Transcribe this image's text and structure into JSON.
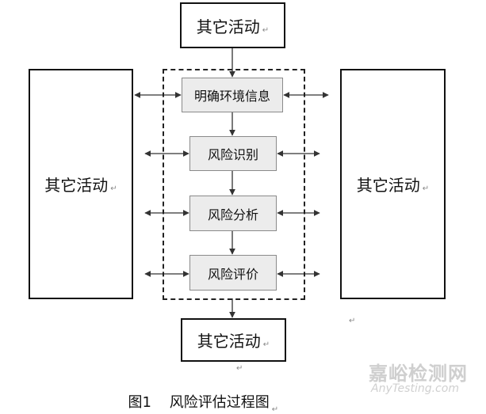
{
  "diagram": {
    "top_box": "其它活动",
    "left_box": "其它活动",
    "right_box": "其它活动",
    "bottom_box": "其它活动",
    "steps": [
      "明确环境信息",
      "风险识别",
      "风险分析",
      "风险评价"
    ],
    "paragraph_mark": "↵"
  },
  "caption": "图1    风险评估过程图",
  "watermark": {
    "cn": "嘉峪检测网",
    "en": "AnyTesting.com"
  }
}
